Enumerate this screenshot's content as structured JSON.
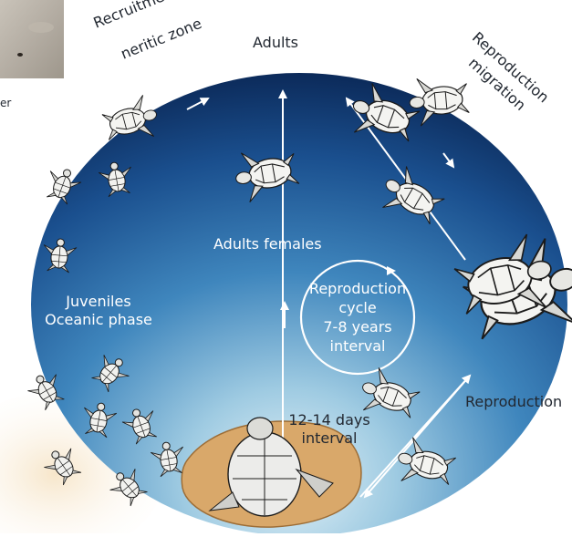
{
  "colors": {
    "ocean_dark": "#0b2a5c",
    "ocean_mid": "#2e6fa8",
    "ocean_light": "#cfe6f2",
    "sand": "#d9a86a",
    "arrow": "#ffffff",
    "label_dark": "#222831",
    "label_light": "#ffffff"
  },
  "labels": {
    "caption_fragment": "er",
    "recruitment": [
      "Recruitment in",
      "neritic zone"
    ],
    "adults": "Adults",
    "reproduction_migration": [
      "Reproduction",
      "migration"
    ],
    "adult_females": "Adults females",
    "juveniles": [
      "Juveniles",
      "Oceanic phase"
    ],
    "reproduction_cycle": [
      "Reproduction",
      "cycle",
      "7-8 years",
      "interval"
    ],
    "reproduction": "Reproduction",
    "nesting_interval": [
      "12-14 days",
      "interval"
    ]
  },
  "icons": {
    "turtle": "sea-turtle-icon",
    "nesting_turtle": "nesting-turtle-icon",
    "hatchling": "hatchling-icon",
    "photo": "sand-photo"
  }
}
